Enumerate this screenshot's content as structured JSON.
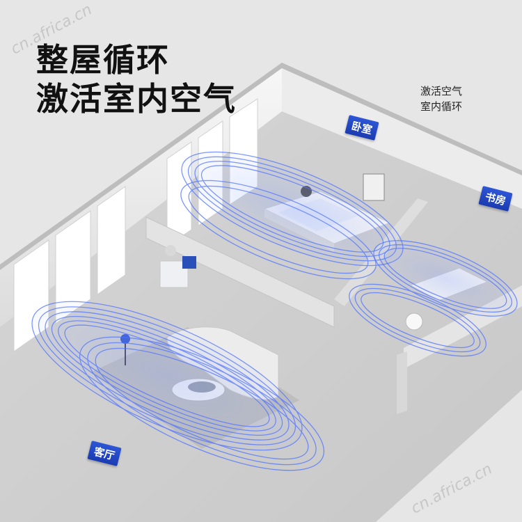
{
  "headline": {
    "line1": "整屋循环",
    "line2": "激活室内空气"
  },
  "subline": {
    "line1": "激活空气",
    "line2": "室内循环"
  },
  "rooms": {
    "bedroom": "卧室",
    "study": "书房",
    "living": "客厅"
  },
  "watermark": "cn.africa.cn",
  "colors": {
    "airflow": "#4f73ff",
    "label_bg": "#2447c4",
    "floor": "#d9d9d9",
    "wall": "#f2f2f2"
  }
}
